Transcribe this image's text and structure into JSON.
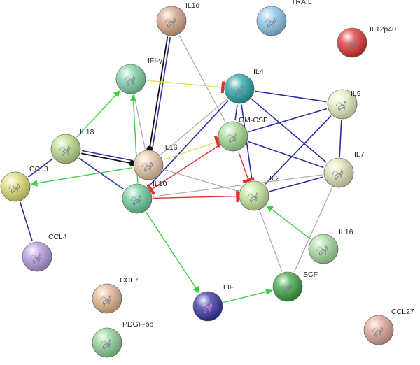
{
  "diagram": {
    "type": "protein-interaction-network",
    "colors": {
      "binding": "#2b2fa8",
      "activation": "#3ecf3e",
      "inhibition": "#e03030",
      "catalysis": "#111111",
      "expression": "#e8e050",
      "association": "#aaaaaa"
    },
    "nodes": [
      {
        "id": "IL1a",
        "label": "IL1α",
        "color": "#d8a888"
      },
      {
        "id": "TRAIL",
        "label": "TRAIL",
        "color": "#8ac6ea"
      },
      {
        "id": "IL12p40",
        "label": "IL12p40",
        "color": "#e03535"
      },
      {
        "id": "IFNg",
        "label": "IFI-γ",
        "color": "#7fd3a8"
      },
      {
        "id": "IL4",
        "label": "IL4",
        "color": "#2aa6a8"
      },
      {
        "id": "IL9",
        "label": "IL9",
        "color": "#e6f0c2"
      },
      {
        "id": "IL18",
        "label": "IL18",
        "color": "#bcdc8c"
      },
      {
        "id": "GMCSF",
        "label": "GM-CSF",
        "color": "#a6dc92"
      },
      {
        "id": "IL1b",
        "label": "IL1β",
        "color": "#e8c8a8"
      },
      {
        "id": "IL7",
        "label": "IL7",
        "color": "#e4e4b4"
      },
      {
        "id": "CCL3",
        "label": "CCL3",
        "color": "#dede72"
      },
      {
        "id": "IL10",
        "label": "IL10",
        "color": "#6fcf9e"
      },
      {
        "id": "IL2",
        "label": "IL2",
        "color": "#c6e89a"
      },
      {
        "id": "CCL4",
        "label": "CCL4",
        "color": "#b69ae2"
      },
      {
        "id": "IL16",
        "label": "IL16",
        "color": "#a8dca0"
      },
      {
        "id": "CCL7",
        "label": "CCL7",
        "color": "#e6b690"
      },
      {
        "id": "LIF",
        "label": "LIF",
        "color": "#3c34a4"
      },
      {
        "id": "SCF",
        "label": "SCF",
        "color": "#3ea644"
      },
      {
        "id": "CCL27",
        "label": "CCL27",
        "color": "#e0a898"
      },
      {
        "id": "PDGFbb",
        "label": "PDGF-bb",
        "color": "#8ed49a"
      }
    ],
    "edges": [
      {
        "from": "IL18",
        "to": "IL1b",
        "type": "binding"
      },
      {
        "from": "IL18",
        "to": "IL1b",
        "type": "catalysis"
      },
      {
        "from": "IL18",
        "to": "IL10",
        "type": "binding"
      },
      {
        "from": "IL18",
        "to": "CCL3",
        "type": "binding"
      },
      {
        "from": "CCL3",
        "to": "CCL4",
        "type": "binding"
      },
      {
        "from": "IL1a",
        "to": "IL1b",
        "type": "binding"
      },
      {
        "from": "IL1a",
        "to": "IL1b",
        "type": "catalysis"
      },
      {
        "from": "IL1a",
        "to": "GMCSF",
        "type": "association"
      },
      {
        "from": "IFNg",
        "to": "IL4",
        "type": "expression"
      },
      {
        "from": "IFNg",
        "to": "IL1b",
        "type": "association"
      },
      {
        "from": "IFNg",
        "to": "IL10",
        "type": "association"
      },
      {
        "from": "IL4",
        "to": "IL9",
        "type": "binding"
      },
      {
        "from": "IL4",
        "to": "IL7",
        "type": "binding"
      },
      {
        "from": "IL4",
        "to": "IL2",
        "type": "binding"
      },
      {
        "from": "IL4",
        "to": "IL10",
        "type": "binding"
      },
      {
        "from": "IL4",
        "to": "GMCSF",
        "type": "binding"
      },
      {
        "from": "IL1b",
        "to": "GMCSF",
        "type": "expression"
      },
      {
        "from": "GMCSF",
        "to": "IL2",
        "type": "inhibition"
      },
      {
        "from": "GMCSF",
        "to": "IL7",
        "type": "binding"
      },
      {
        "from": "GMCSF",
        "to": "IL10",
        "type": "inhibition"
      },
      {
        "from": "IL9",
        "to": "IL7",
        "type": "binding"
      },
      {
        "from": "IL9",
        "to": "IL2",
        "type": "binding"
      },
      {
        "from": "IL9",
        "to": "GMCSF",
        "type": "binding"
      },
      {
        "from": "IL7",
        "to": "IL2",
        "type": "binding"
      },
      {
        "from": "IL7",
        "to": "IL10",
        "type": "association"
      },
      {
        "from": "IL7",
        "to": "SCF",
        "type": "association"
      },
      {
        "from": "IL10",
        "to": "IL2",
        "type": "inhibition"
      },
      {
        "from": "IL10",
        "to": "LIF",
        "type": "activation"
      },
      {
        "from": "IL10",
        "to": "IFNg",
        "type": "activation"
      },
      {
        "from": "IL1b",
        "to": "IL2",
        "type": "association"
      },
      {
        "from": "IL1b",
        "to": "CCL3",
        "type": "activation"
      },
      {
        "from": "IL2",
        "to": "SCF",
        "type": "association"
      },
      {
        "from": "IL16",
        "to": "IL2",
        "type": "activation"
      },
      {
        "from": "LIF",
        "to": "SCF",
        "type": "activation"
      },
      {
        "from": "IL18",
        "to": "IFNg",
        "type": "activation"
      },
      {
        "from": "IL1b",
        "to": "IL4",
        "type": "association"
      }
    ]
  }
}
